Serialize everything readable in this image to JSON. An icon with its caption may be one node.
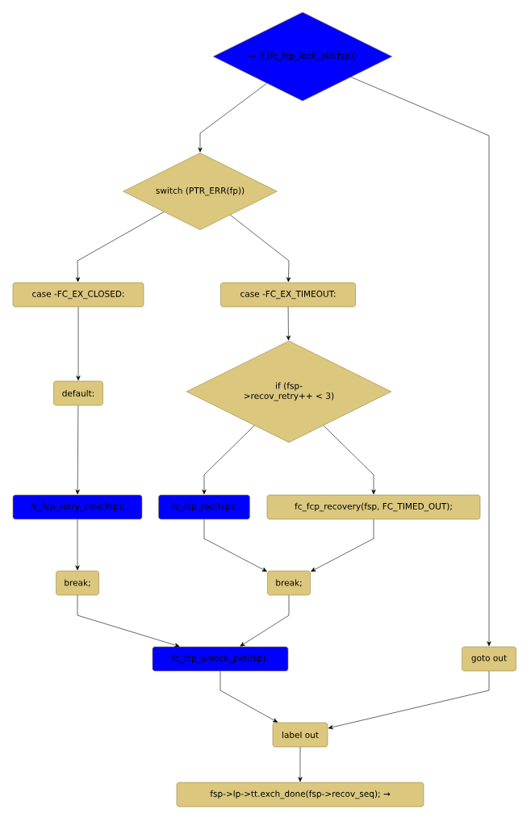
{
  "diagram": {
    "nodes": [
      {
        "text": [
          "→ if (fc_fcp_lock_pkt(fsp))"
        ]
      },
      {
        "text": [
          "switch (PTR_ERR(fp))"
        ]
      },
      {
        "text": [
          "case -FC_EX_CLOSED:"
        ]
      },
      {
        "text": [
          "case -FC_EX_TIMEOUT:"
        ]
      },
      {
        "text": [
          "default:"
        ]
      },
      {
        "text": [
          "if (fsp->recov_retry++ < 3)"
        ]
      },
      {
        "text": [
          "fc_fcp_retry_cmd(fsp);"
        ]
      },
      {
        "text": [
          "fc_fcp_rec(fsp);"
        ]
      },
      {
        "text": [
          "fc_fcp_recovery(fsp, FC_TIMED_OUT);"
        ]
      },
      {
        "text": [
          "break;"
        ]
      },
      {
        "text": [
          "break;"
        ]
      },
      {
        "text": [
          "fc_fcp_unlock_pkt(fsp);"
        ]
      },
      {
        "text": [
          "goto out"
        ]
      },
      {
        "text": [
          "label out"
        ]
      },
      {
        "text": [
          "fsp->lp->tt.exch_done(fsp->recov_seq); →"
        ]
      }
    ],
    "edges": [
      {
        "from": 0,
        "to": 1,
        "arrow": "to"
      },
      {
        "from": 0,
        "to": 12,
        "arrow": "to"
      },
      {
        "from": 1,
        "to": 2,
        "arrow": "to"
      },
      {
        "from": 1,
        "to": 3,
        "arrow": "to"
      },
      {
        "from": 2,
        "to": 4,
        "arrow": "to"
      },
      {
        "from": 4,
        "to": 6,
        "arrow": "to"
      },
      {
        "from": 3,
        "to": 5,
        "arrow": "to"
      },
      {
        "from": 5,
        "to": 7,
        "arrow": "to"
      },
      {
        "from": 5,
        "to": 8,
        "arrow": "to"
      },
      {
        "from": 6,
        "to": 9,
        "arrow": "to"
      },
      {
        "from": 7,
        "to": 10,
        "arrow": "to"
      },
      {
        "from": 8,
        "to": 10,
        "arrow": "to"
      },
      {
        "from": 9,
        "to": 11,
        "arrow": "to"
      },
      {
        "from": 10,
        "to": 11,
        "arrow": "to"
      },
      {
        "from": 11,
        "to": 13,
        "arrow": "to"
      },
      {
        "from": 12,
        "to": 13,
        "arrow": "to"
      },
      {
        "from": 13,
        "to": 14,
        "arrow": "to"
      }
    ]
  }
}
